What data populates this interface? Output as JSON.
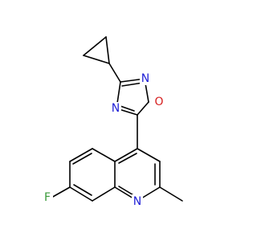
{
  "molecule": {
    "atoms": {
      "n_oxadiazole": {
        "symbol": "N",
        "color": "#1f1fd6"
      },
      "o_oxadiazole": {
        "symbol": "O",
        "color": "#d61f1f"
      },
      "n_oxadiazole_4": {
        "symbol": "N",
        "color": "#1f1fd6"
      },
      "fluorine": {
        "symbol": "F",
        "color": "#3a9a3a"
      },
      "n_quinoline": {
        "symbol": "N",
        "color": "#1f1fd6"
      }
    }
  }
}
